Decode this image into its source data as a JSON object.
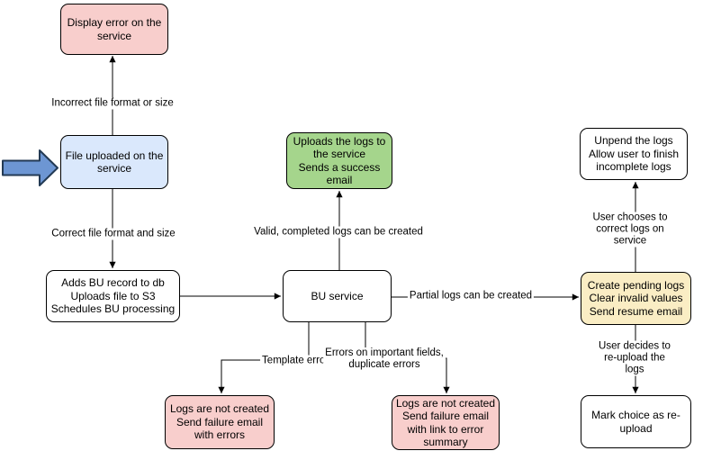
{
  "colors": {
    "pink": "#F8CECC",
    "blue": "#DAE8FC",
    "green": "#A5D58C",
    "yellow": "#FAEDC4",
    "white": "#FFFFFF",
    "arrow_fill": "#6D96D3",
    "arrow_stroke": "#233A54",
    "line": "#000000"
  },
  "nodes": {
    "display_error": {
      "label": "Display error on the\nservice"
    },
    "file_uploaded": {
      "label": "File uploaded on the\nservice"
    },
    "adds_bu": {
      "label": "Adds BU record to db\nUploads file to S3\nSchedules BU processing"
    },
    "bu_service": {
      "label": "BU service"
    },
    "uploads_logs": {
      "label": "Uploads the logs to\nthe service\nSends a success\nemail"
    },
    "unpend": {
      "label": "Unpend the logs\nAllow user to finish\nincomplete logs"
    },
    "create_pending": {
      "label": "Create pending logs\nClear invalid values\nSend resume email"
    },
    "mark_choice": {
      "label": "Mark choice as re-\nupload"
    },
    "logs_failure_errors": {
      "label": "Logs are not created\nSend failure email\nwith errors"
    },
    "logs_failure_summary": {
      "label": "Logs are not created\nSend failure email\nwith link to error\nsummary"
    }
  },
  "edge_labels": {
    "incorrect_format": "Incorrect file format or size",
    "correct_format": "Correct file format and size",
    "valid_completed": "Valid, completed logs can be created",
    "partial_logs": "Partial logs can be created",
    "user_corrects": "User chooses to correct logs on service",
    "user_reuploads": "User decides to re-upload the logs",
    "template_errors": "Template errors",
    "important_fields": "Errors on important fields,\nduplicate errors"
  }
}
